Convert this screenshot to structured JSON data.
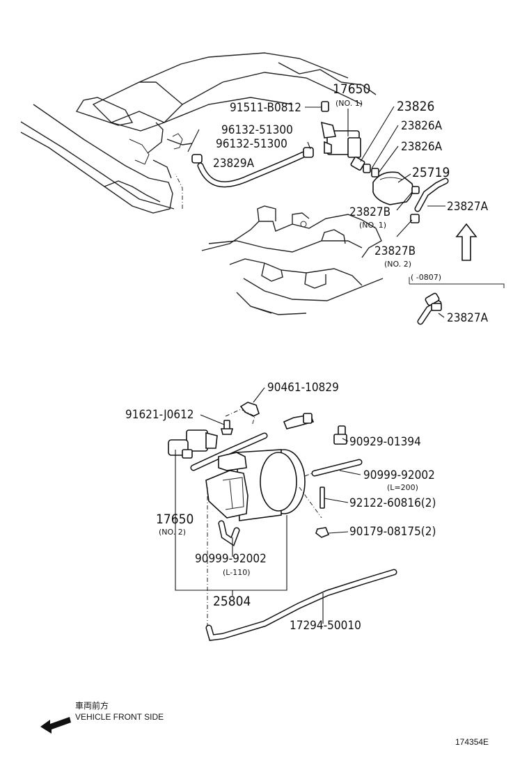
{
  "top_diagram": {
    "labels": {
      "p91511": "91511-B0812",
      "p17650_top": "17650",
      "p17650_top_sub": "(NO. 1)",
      "p23826": "23826",
      "p23826a_1": "23826A",
      "p23826a_2": "23826A",
      "p96132_1": "96132-51300",
      "p96132_2": "96132-51300",
      "p23829a": "23829A",
      "p25719": "25719",
      "p23827b_1": "23827B",
      "p23827b_1_sub": "(NO. 1)",
      "p23827a_1": "23827A",
      "p23827b_2": "23827B",
      "p23827b_2_sub": "(NO. 2)",
      "range_note": "(      -0807)",
      "p23827a_2": "23827A"
    }
  },
  "bottom_diagram": {
    "labels": {
      "p90461": "90461-10829",
      "p91621": "91621-J0612",
      "p90929": "90929-01394",
      "p90999_1": "90999-92002",
      "p90999_1_sub": "(L=200)",
      "p92122": "92122-60816(2)",
      "p17650_bot": "17650",
      "p17650_bot_sub": "(NO. 2)",
      "p90179": "90179-08175(2)",
      "p90999_2": "90999-92002",
      "p90999_2_sub": "(L-110)",
      "p25804": "25804",
      "p17294": "17294-50010"
    }
  },
  "footer": {
    "direction_jp": "車両前方",
    "direction_en": "VEHICLE FRONT SIDE",
    "illustration_id": "174354E"
  }
}
